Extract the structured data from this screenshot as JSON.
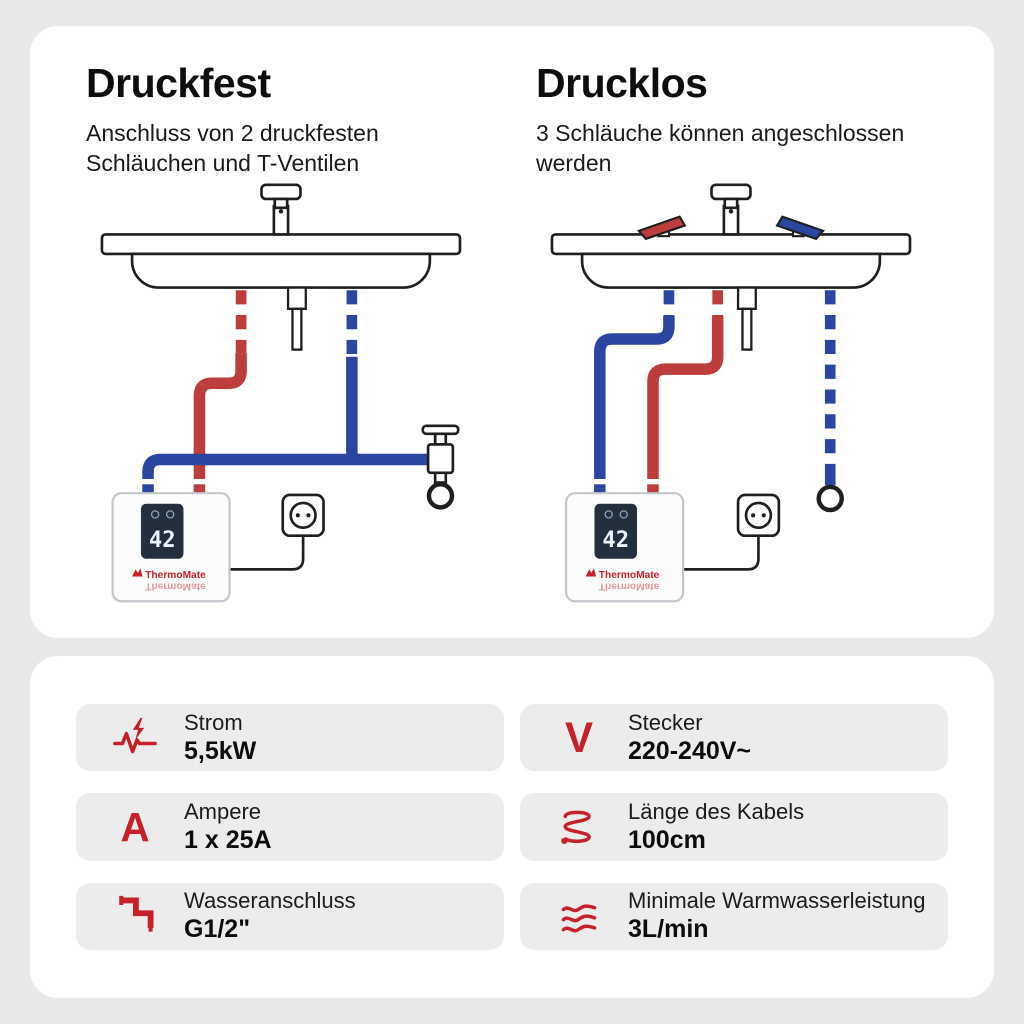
{
  "top": {
    "left": {
      "title": "Druckfest",
      "subtitle": "Anschluss von 2 druckfesten Schläuchen und T-Ventilen",
      "heater_display": "42",
      "brand": "ThermoMate"
    },
    "right": {
      "title": "Drucklos",
      "subtitle": "3 Schläuche können angeschlossen werden",
      "heater_display": "42",
      "brand": "ThermoMate"
    }
  },
  "specs": {
    "items": [
      {
        "icon": "power-pulse-icon",
        "label": "Strom",
        "value": "5,5kW"
      },
      {
        "icon": "voltage-icon",
        "label": "Stecker",
        "value": "220-240V~"
      },
      {
        "icon": "ampere-icon",
        "label": "Ampere",
        "value": "1 x 25A"
      },
      {
        "icon": "cable-length-icon",
        "label": "Länge des Kabels",
        "value": "100cm"
      },
      {
        "icon": "pipe-fitting-icon",
        "label": "Wasseranschluss",
        "value": "G1/2\""
      },
      {
        "icon": "water-flow-icon",
        "label": "Minimale Warmwasserleistung",
        "value": "3L/min"
      }
    ]
  },
  "glyphs": {
    "voltage": "V",
    "ampere": "A"
  },
  "colors": {
    "accent_red": "#c6212a",
    "pipe_red": "#bd3c3c",
    "pipe_blue": "#2a46a0",
    "display_bg": "#232f3d",
    "line_art": "#1f1f1f",
    "pill_bg": "#ececec",
    "page_bg": "#e9e8e8"
  }
}
